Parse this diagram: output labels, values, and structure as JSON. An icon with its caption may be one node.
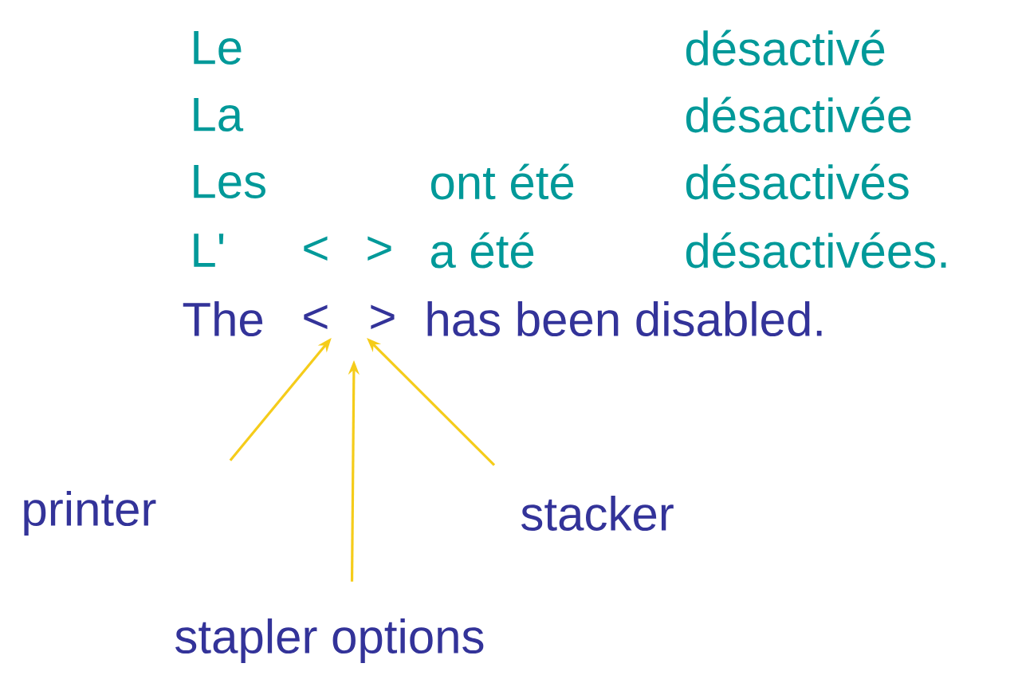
{
  "diagram": {
    "nodes": [
      {
        "text": [
          "<"
        ]
      },
      {
        "text": [
          ">"
        ]
      },
      {
        "text": [
          "printer"
        ]
      },
      {
        "text": [
          "stacker"
        ]
      },
      {
        "text": [
          "stapler options"
        ]
      }
    ],
    "edges": [
      {
        "from": 2,
        "to": 0,
        "arrow": "to"
      },
      {
        "from": 4,
        "to": null,
        "arrow": "to"
      },
      {
        "from": 3,
        "to": 1,
        "arrow": "to"
      }
    ],
    "labels": [
      "Le",
      "désactivé",
      "La",
      "désactivée",
      "Les",
      "ont été",
      "désactivés",
      "L'",
      "<",
      ">",
      "a été",
      "désactivées.",
      "The",
      "has been disabled."
    ]
  }
}
